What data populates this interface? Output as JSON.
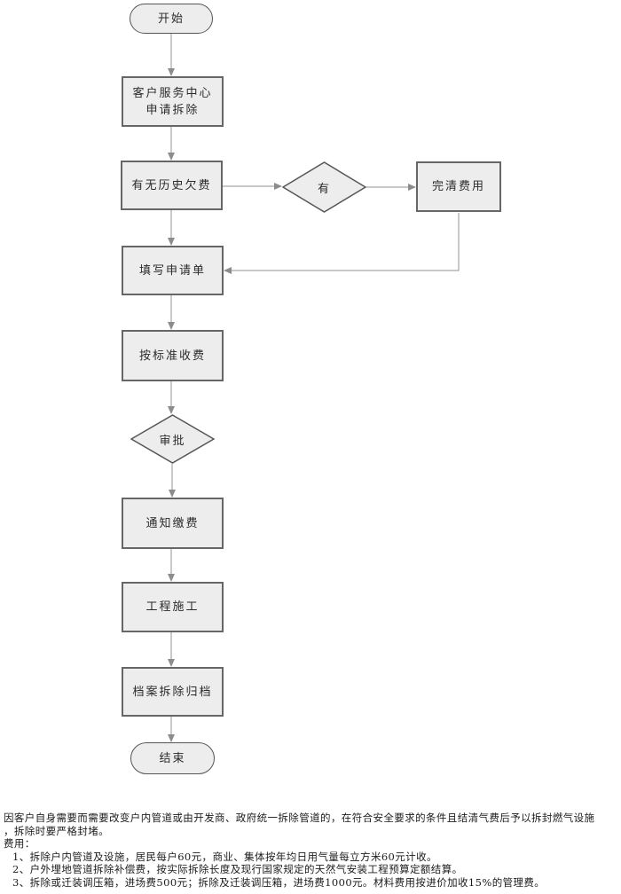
{
  "colors": {
    "node_fill": "#ededed",
    "node_border": "#666666",
    "connector": "#a6a6a6",
    "arrowhead": "#8c8c8c",
    "text": "#2b2b2b"
  },
  "nodes": {
    "start": {
      "label": "开始"
    },
    "apply": {
      "line1": "客户服务中心",
      "line2": "申请拆除"
    },
    "check_debt": {
      "label": "有无历史欠费"
    },
    "has_debt": {
      "label": "有"
    },
    "pay_off": {
      "label": "完清费用"
    },
    "fill_form": {
      "label": "填写申请单"
    },
    "charge": {
      "label": "按标准收费"
    },
    "approve": {
      "label": "审批"
    },
    "notify_pay": {
      "label": "通知缴费"
    },
    "construction": {
      "label": "工程施工"
    },
    "archive": {
      "label": "档案拆除归档"
    },
    "end": {
      "label": "结束"
    }
  },
  "notes": {
    "para_lines": [
      "因客户自身需要而需要改变户内管道或由开发商、政府统一拆除管道的，在符合安全要求的条件且结清气费后予以拆封燃气设施",
      "，拆除时要严格封堵。"
    ],
    "fee_title": "费用：",
    "fee_items": [
      "1、拆除户内管道及设施，居民每户60元，商业、集体按年均日用气量每立方米60元计收。",
      "2、户外埋地管道拆除补偿费，按实际拆除长度及现行国家规定的天然气安装工程预算定额结算。",
      "3、拆除或迁装调压箱，进场费500元；拆除及迁装调压箱，进场费1000元。材料费用按进价加收15%的管理费。"
    ]
  }
}
